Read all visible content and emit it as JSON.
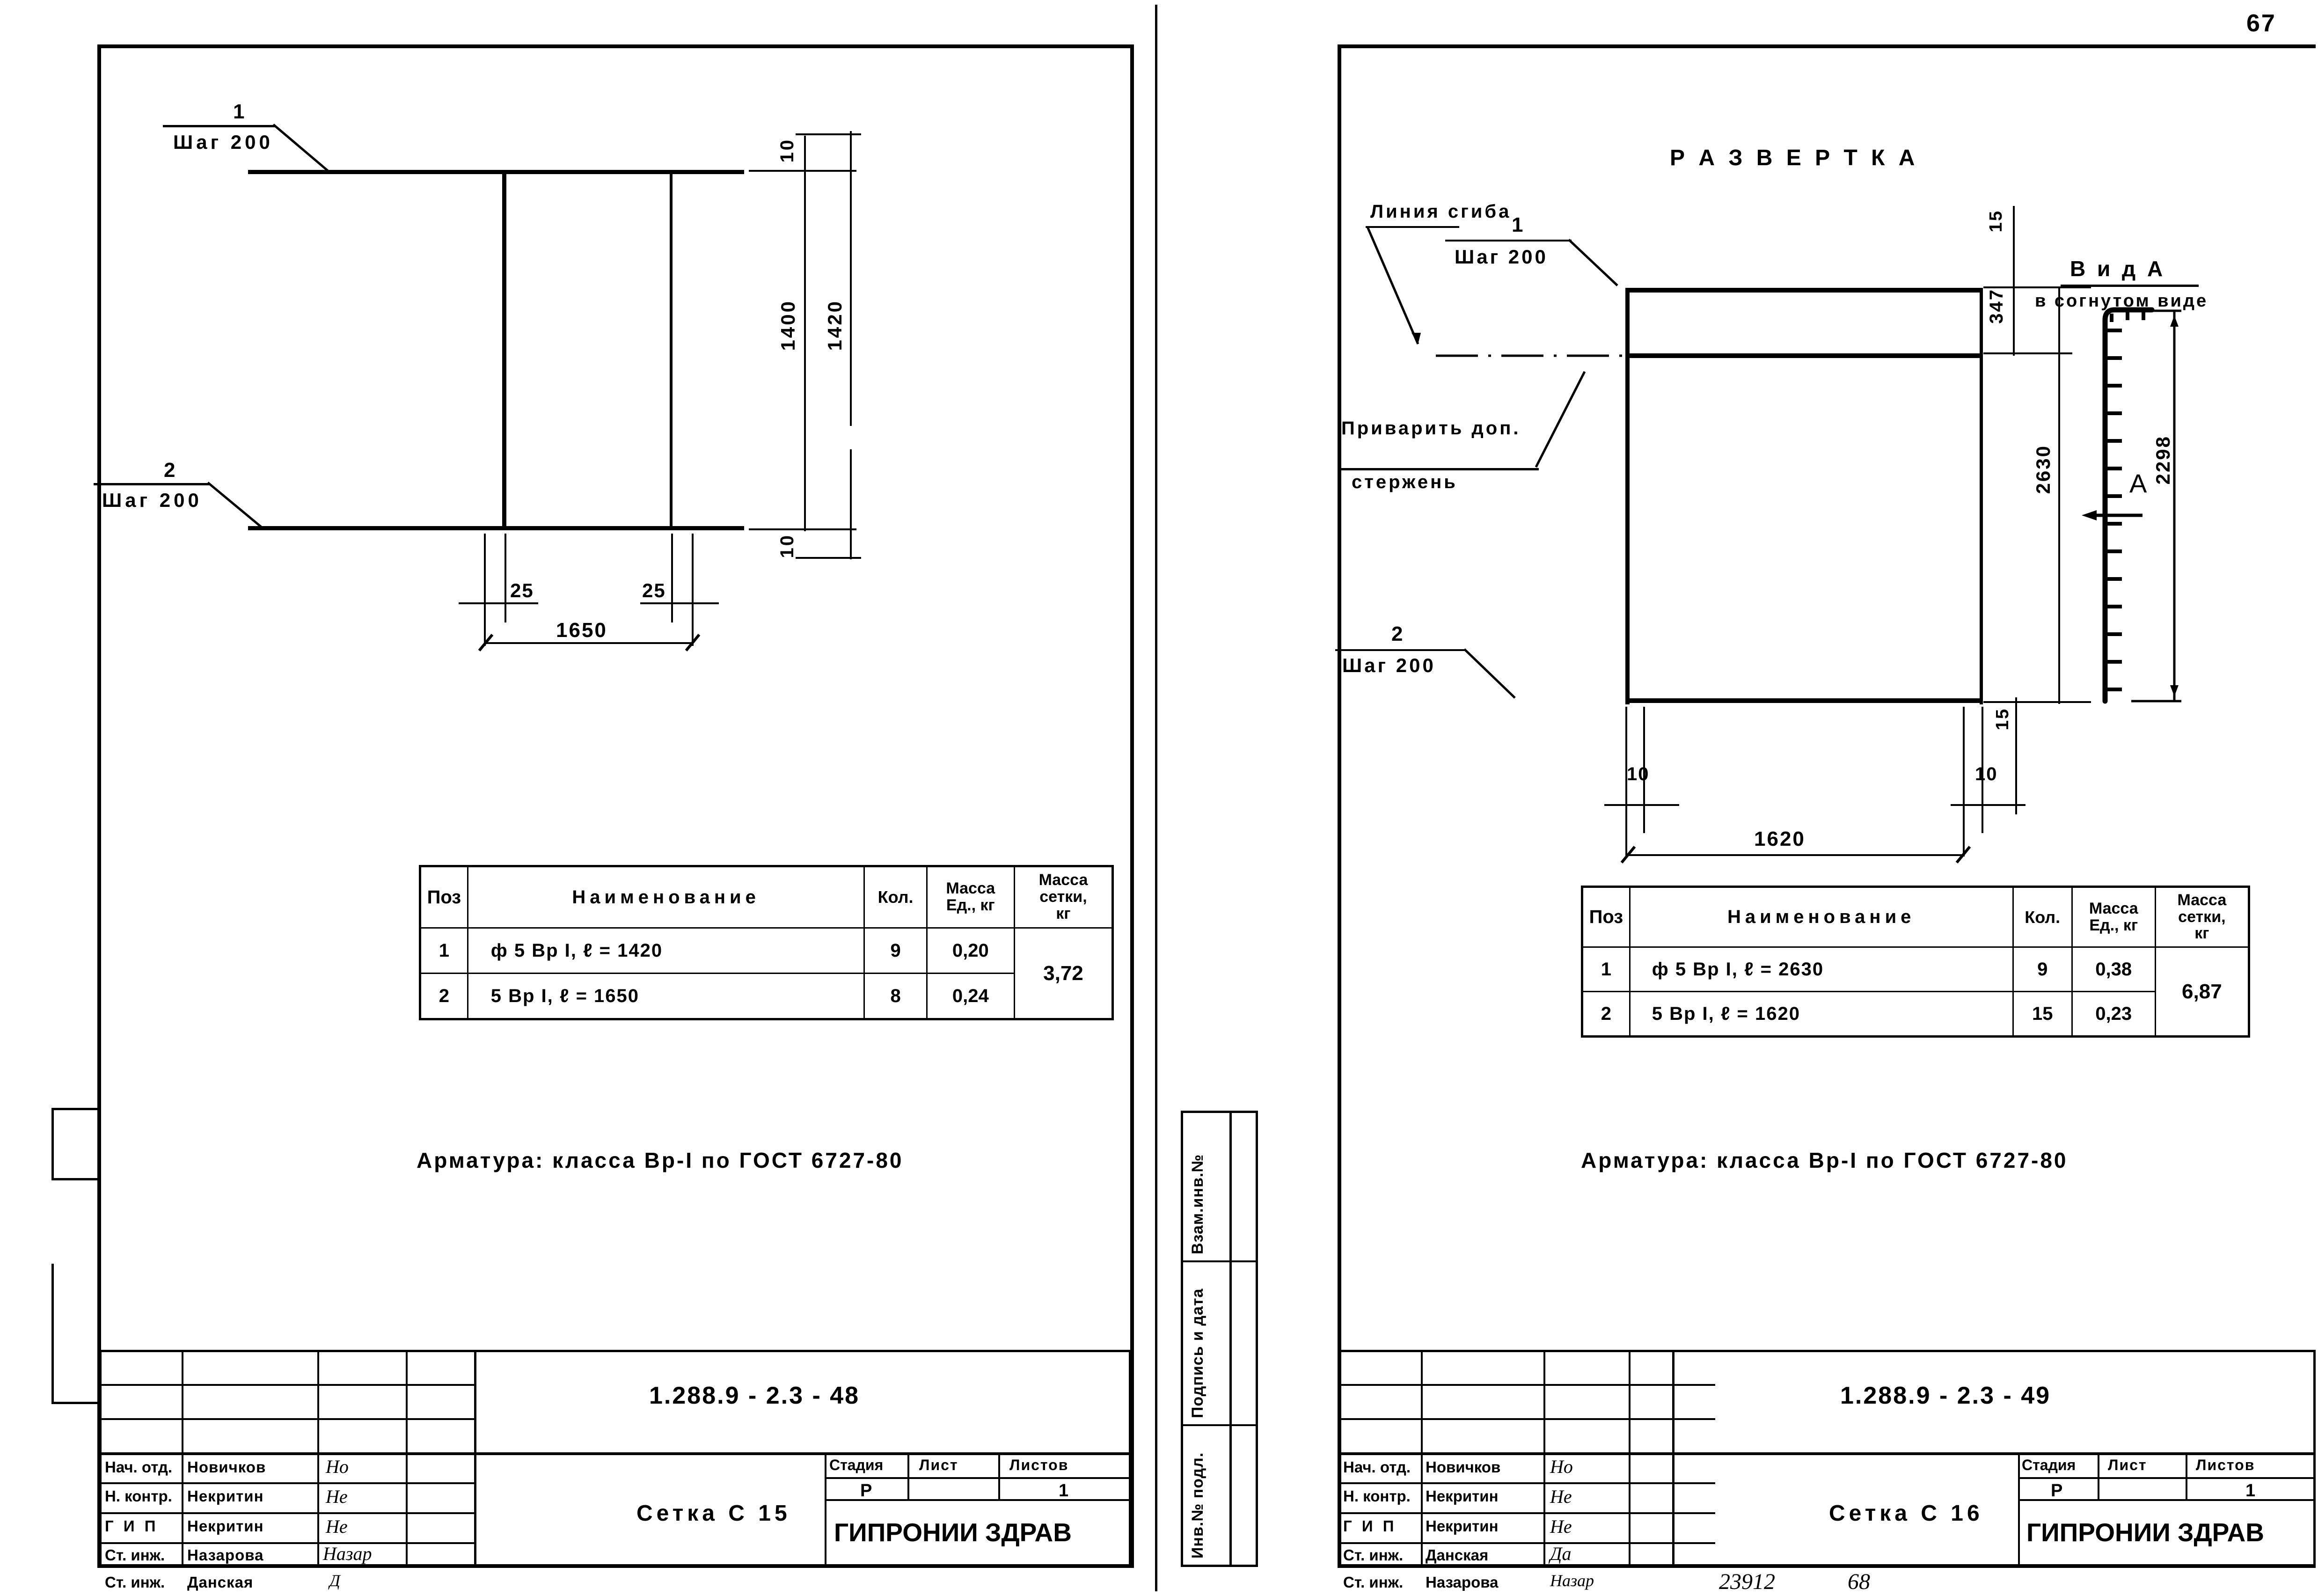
{
  "sheet": {
    "page_number_top_right": "67",
    "bottom_codes": [
      "23912",
      "68"
    ]
  },
  "left_sheet": {
    "drawing": {
      "pos_labels": [
        {
          "num": "1",
          "note": "Шаг 200"
        },
        {
          "num": "2",
          "note": "Шаг 200"
        }
      ],
      "dimensions": {
        "top_right_small": "10",
        "inner_height": "1400",
        "outer_height": "1420",
        "bottom_right_small": "10",
        "left_offset": "25",
        "right_offset": "25",
        "width": "1650"
      }
    },
    "spec_table": {
      "headers": [
        "Поз",
        "Наименование",
        "Кол.",
        "Масса ед., кг",
        "Масса сетки, кг"
      ],
      "header_parts": {
        "poz": "Поз",
        "name": "Наименование",
        "qty": "Кол.",
        "mass_unit_l1": "Масса",
        "mass_unit_l2": "Ед., кг",
        "mass_net_l1": "Масса",
        "mass_net_l2": "сетки,",
        "mass_net_l3": "кг"
      },
      "rows": [
        {
          "poz": "1",
          "name": "ф 5 Вр I,     ℓ = 1420",
          "qty": "9",
          "mass_unit": "0,20"
        },
        {
          "poz": "2",
          "name": "5 Вр I,     ℓ = 1650",
          "qty": "8",
          "mass_unit": "0,24"
        }
      ],
      "mass_total": "3,72"
    },
    "note": "Арматура: класса Вр-I  по ГОСТ 6727-80",
    "title_block": {
      "drawing_code": "1.288.9 - 2.3 - 48",
      "title": "Сетка   С 15",
      "org": "ГИПРОНИИ ЗДРАВ",
      "stage_headers": [
        "Стадия",
        "Лист",
        "Листов"
      ],
      "stage_values": [
        "Р",
        "",
        "1"
      ],
      "roles": [
        {
          "role": "Нач. отд.",
          "name": "Новичков",
          "sign": "Но"
        },
        {
          "role": "Н. контр.",
          "name": "Некритин",
          "sign": "Не"
        },
        {
          "role": "Г И П",
          "name": "Некритин",
          "sign": "Не"
        },
        {
          "role": "Ст. инж.",
          "name": "Назарова",
          "sign": "Назар"
        },
        {
          "role": "Ст. инж.",
          "name": "Данская",
          "sign": "Д"
        }
      ]
    }
  },
  "right_sheet": {
    "drawing": {
      "view_title": "Р А З В Е Р Т К А",
      "bend_line_label": "Линия  сгиба",
      "weld_note_l1": "Приварить доп.",
      "weld_note_l2": "стержень",
      "pos_labels": [
        {
          "num": "1",
          "note": "Шаг 200"
        },
        {
          "num": "2",
          "note": "Шаг 200"
        }
      ],
      "dimensions": {
        "top_small_15": "15",
        "top_347": "347",
        "height_2630": "2630",
        "bottom_left_10": "10",
        "bottom_right_10": "10",
        "bottom_right_15": "15",
        "width": "1620"
      },
      "section_marker": "А"
    },
    "side_view": {
      "title": "В и д   А",
      "subtitle": "в согнутом виде",
      "dimension": "2298"
    },
    "spec_table": {
      "header_parts": {
        "poz": "Поз",
        "name": "Наименование",
        "qty": "Кол.",
        "mass_unit_l1": "Масса",
        "mass_unit_l2": "Ед., кг",
        "mass_net_l1": "Масса",
        "mass_net_l2": "сетки,",
        "mass_net_l3": "кг"
      },
      "rows": [
        {
          "poz": "1",
          "name": "ф 5 Вр I,     ℓ = 2630",
          "qty": "9",
          "mass_unit": "0,38"
        },
        {
          "poz": "2",
          "name": "5 Вр I,     ℓ = 1620",
          "qty": "15",
          "mass_unit": "0,23"
        }
      ],
      "mass_total": "6,87"
    },
    "note": "Арматура: класса Вр-I  по ГОСТ 6727-80",
    "title_block": {
      "drawing_code": "1.288.9 - 2.3 - 49",
      "title": "Сетка  С 16",
      "org": "ГИПРОНИИ ЗДРАВ",
      "stage_headers": [
        "Стадия",
        "Лист",
        "Листов"
      ],
      "stage_values": [
        "Р",
        "",
        "1"
      ],
      "roles": [
        {
          "role": "Нач. отд.",
          "name": "Новичков",
          "sign": "Но"
        },
        {
          "role": "Н. контр.",
          "name": "Некритин",
          "sign": "Не"
        },
        {
          "role": "Г И П",
          "name": "Некритин",
          "sign": "Не"
        },
        {
          "role": "Ст. инж.",
          "name": "Данская",
          "sign": "Да"
        },
        {
          "role": "Ст. инж.",
          "name": "Назарова",
          "sign": "Назар"
        }
      ]
    },
    "side_strip_labels": [
      "Инв.№ подл.",
      "Подпись и дата",
      "Взам.инв.№"
    ]
  }
}
